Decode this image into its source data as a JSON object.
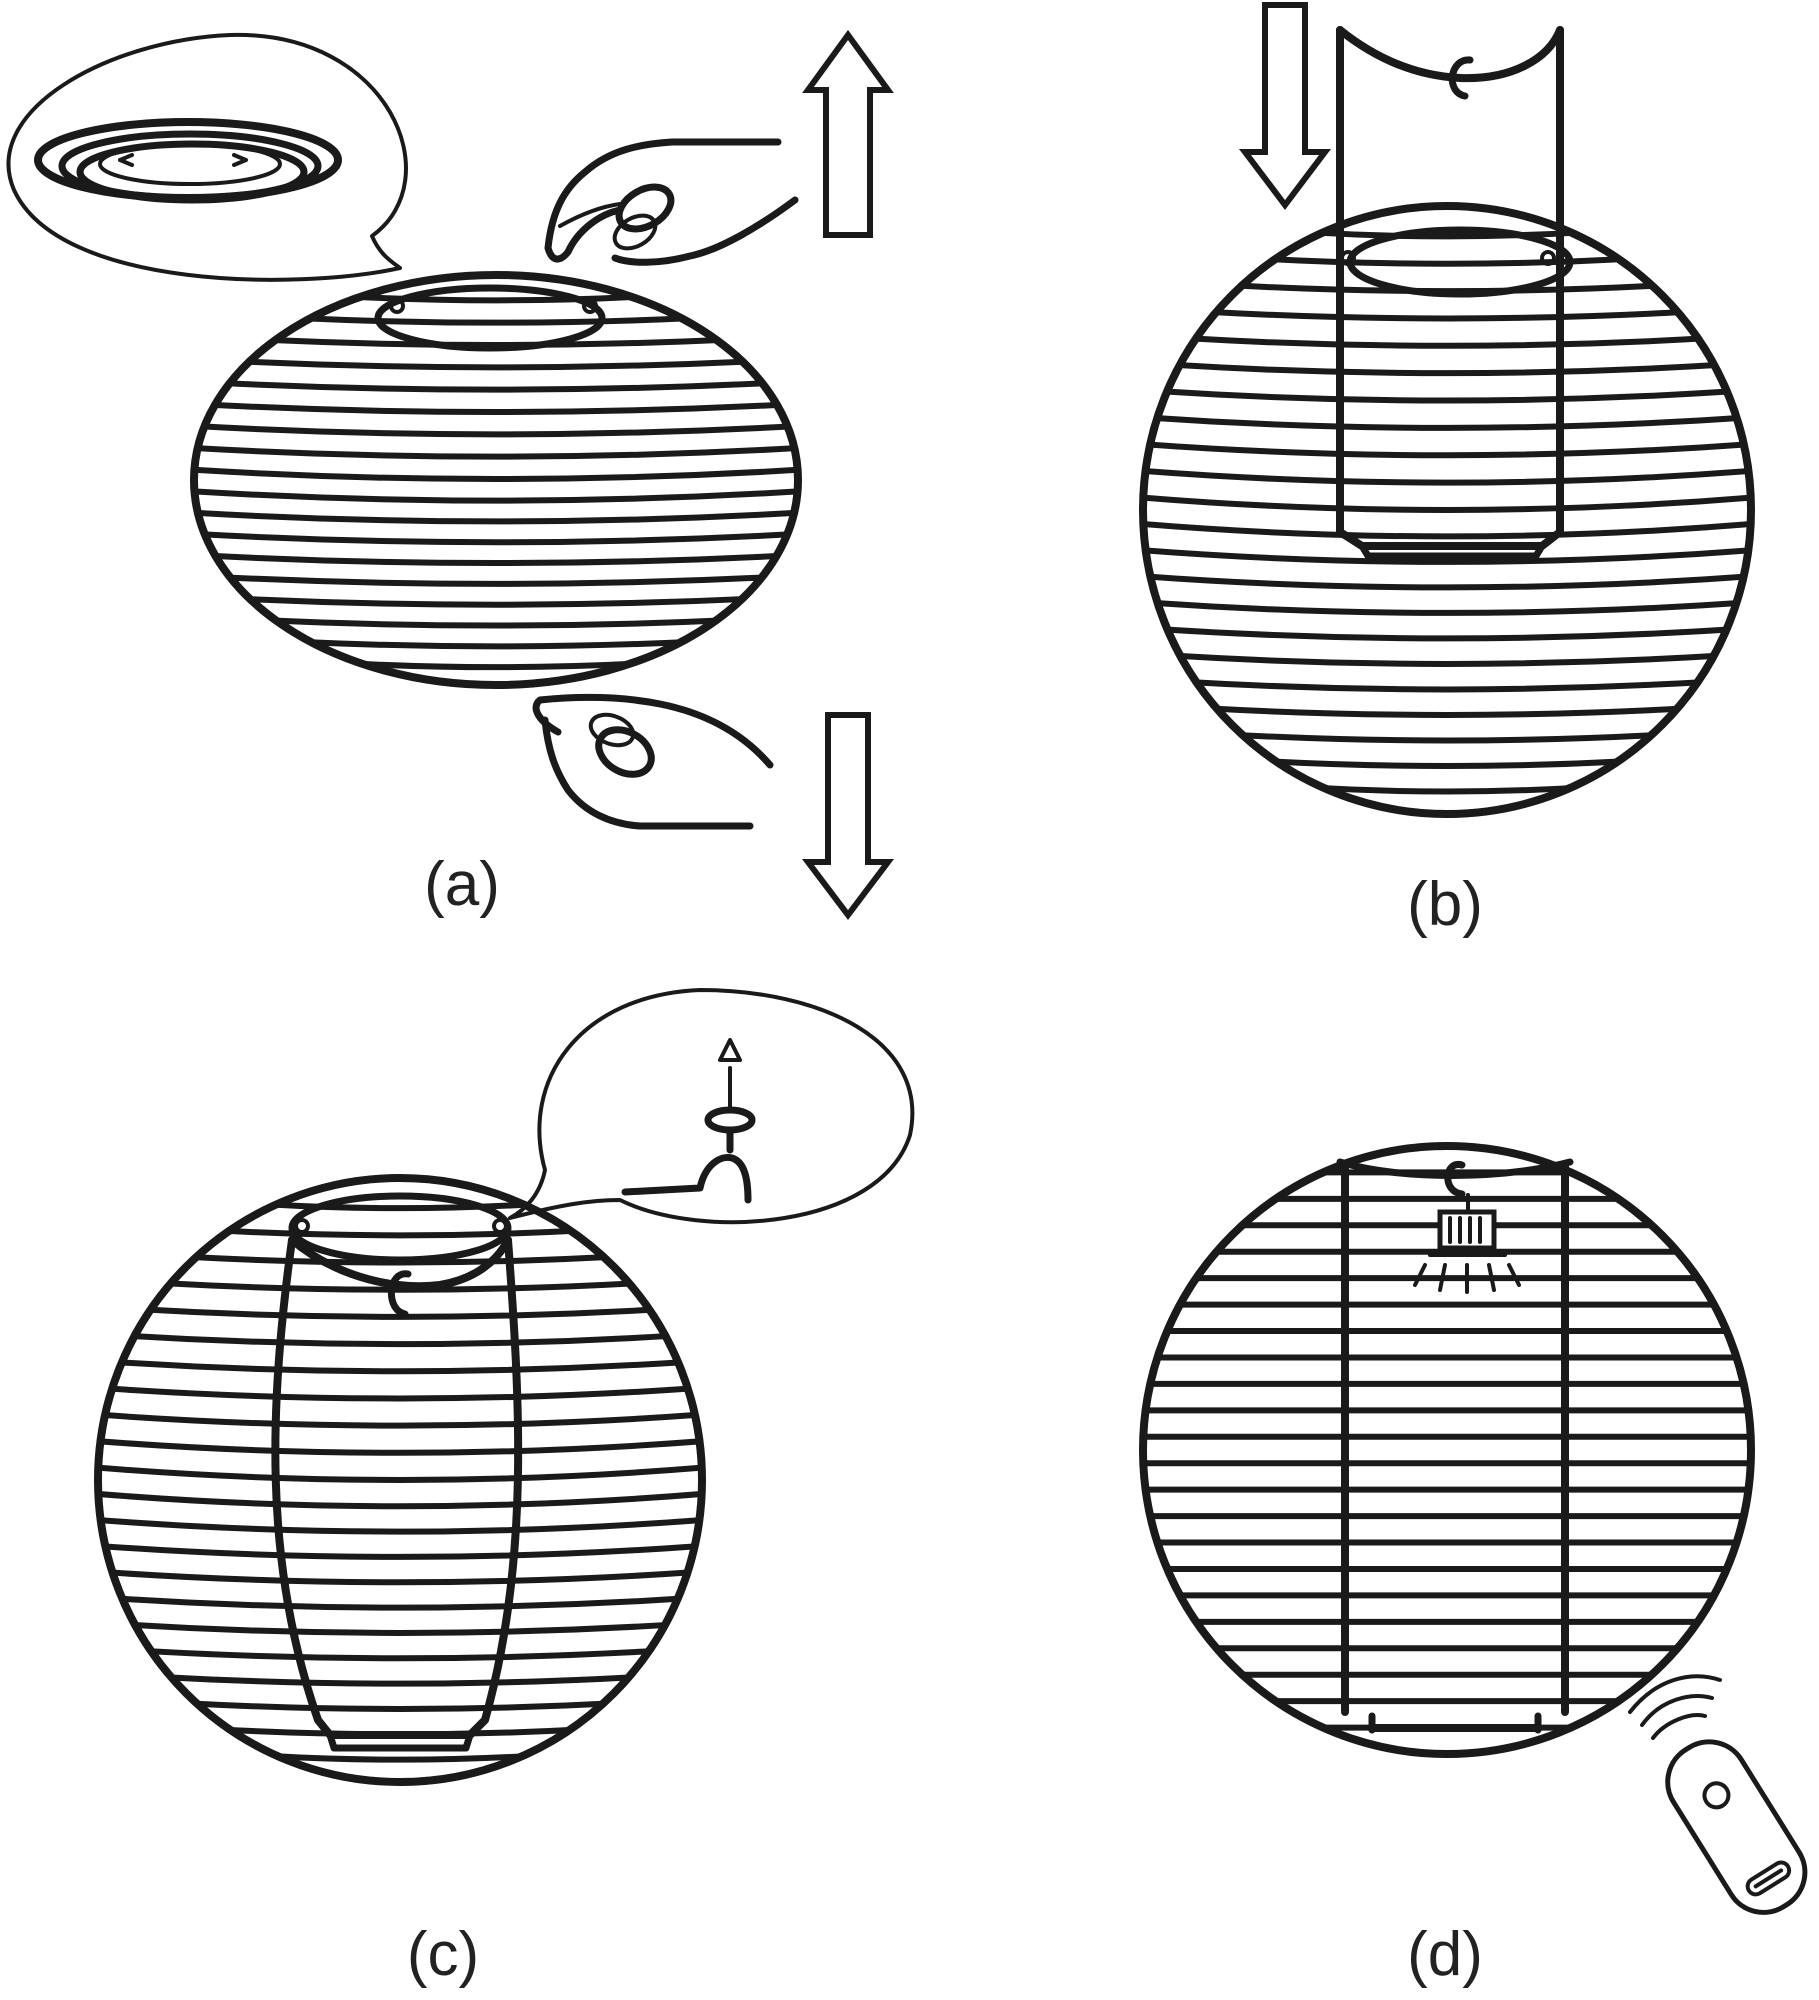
{
  "figure": {
    "panels": [
      {
        "id": "a",
        "label": "(a)"
      },
      {
        "id": "b",
        "label": "(b)"
      },
      {
        "id": "c",
        "label": "(c)"
      },
      {
        "id": "d",
        "label": "(d)"
      }
    ]
  },
  "colors": {
    "line": "#1a1a1a",
    "background": "#ffffff"
  }
}
